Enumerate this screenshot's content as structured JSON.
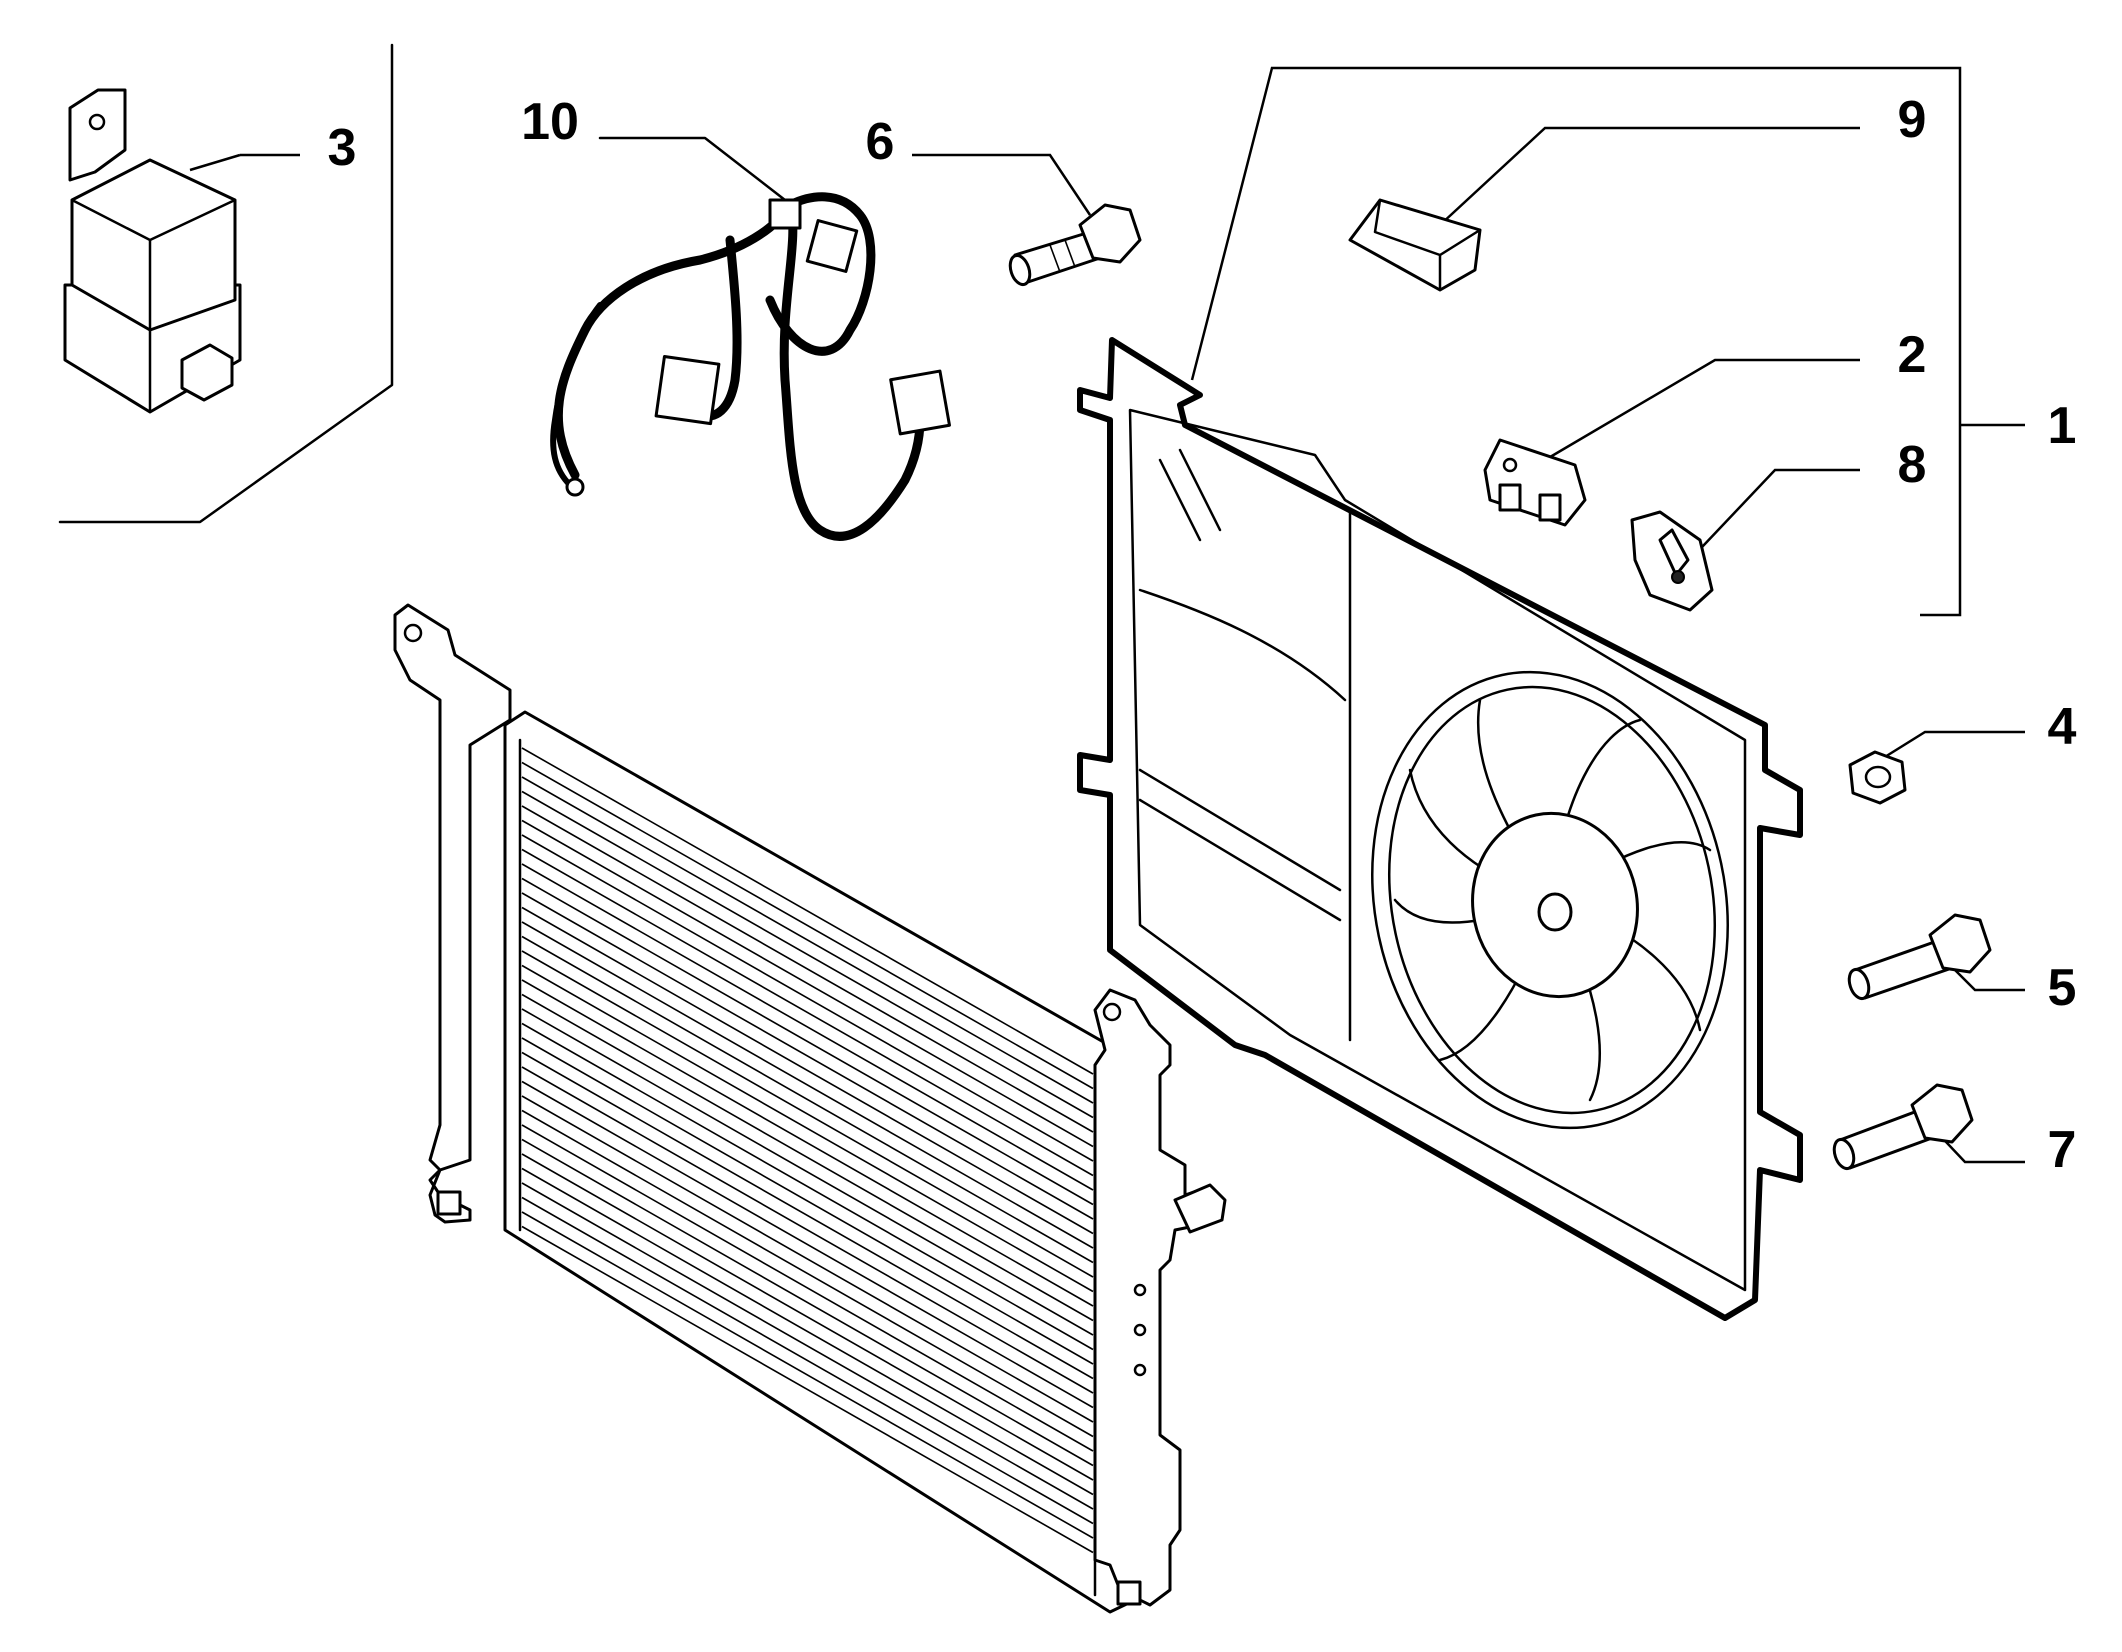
{
  "callouts": {
    "c1": "1",
    "c2": "2",
    "c3": "3",
    "c4": "4",
    "c5": "5",
    "c6": "6",
    "c7": "7",
    "c8": "8",
    "c9": "9",
    "c10": "10"
  },
  "colors": {
    "line": "#000000",
    "background": "#ffffff"
  }
}
